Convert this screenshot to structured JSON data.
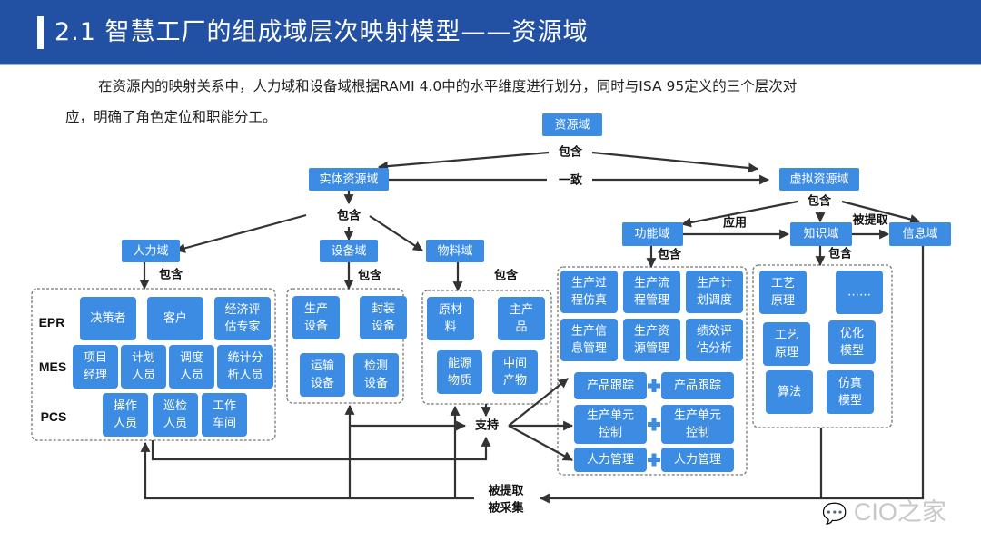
{
  "header": {
    "title": "2.1 智慧工厂的组成域层次映射模型——资源域"
  },
  "intro": {
    "line1": "在资源内的映射关系中，人力域和设备域根据RAMI 4.0中的水平维度进行划分，同时与ISA 95定义的三个层次对",
    "line2": "应，明确了角色定位和职能分工。"
  },
  "diagram": {
    "nodes": {
      "resource": "资源域",
      "physical": "实体资源域",
      "virtual": "虚拟资源域",
      "human": "人力域",
      "equipment": "设备域",
      "material": "物料域",
      "function": "功能域",
      "knowledge": "知识域",
      "information": "信息域"
    },
    "relations": {
      "contains": "包含",
      "consistent": "一致",
      "apply": "应用",
      "extracted": "被提取",
      "support": "支持",
      "extracted2": "被提取",
      "collected": "被采集"
    },
    "levels": [
      "EPR",
      "MES",
      "PCS"
    ],
    "human_items": {
      "EPR": [
        "决策者",
        "客户",
        "经济评\n估专家"
      ],
      "MES": [
        "项目\n经理",
        "计划\n人员",
        "调度\n人员",
        "统计分\n析人员"
      ],
      "PCS": [
        "操作\n人员",
        "巡检\n人员",
        "工作\n车间"
      ]
    },
    "equipment_items": [
      "生产\n设备",
      "封装\n设备",
      "运输\n设备",
      "检测\n设备"
    ],
    "material_items": [
      "原材\n料",
      "主产\n品",
      "能源\n物质",
      "中间\n产物"
    ],
    "function_items": [
      "生产过\n程仿真",
      "生产流\n程管理",
      "生产计\n划调度",
      "生产信\n息管理",
      "生产资\n源管理",
      "绩效评\n估分析"
    ],
    "function_pairs": [
      [
        "产品跟踪",
        "产品跟踪"
      ],
      [
        "生产单元\n控制",
        "生产单元\n控制"
      ],
      [
        "人力管理",
        "人力管理"
      ]
    ],
    "knowledge_items": [
      "工艺\n原理",
      "……",
      "工艺\n原理",
      "优化\n模型",
      "算法",
      "仿真\n模型"
    ]
  },
  "watermark": "CIO之家",
  "colors": {
    "header": "#2250a3",
    "node": "#3d8ce3",
    "line": "#333333"
  }
}
